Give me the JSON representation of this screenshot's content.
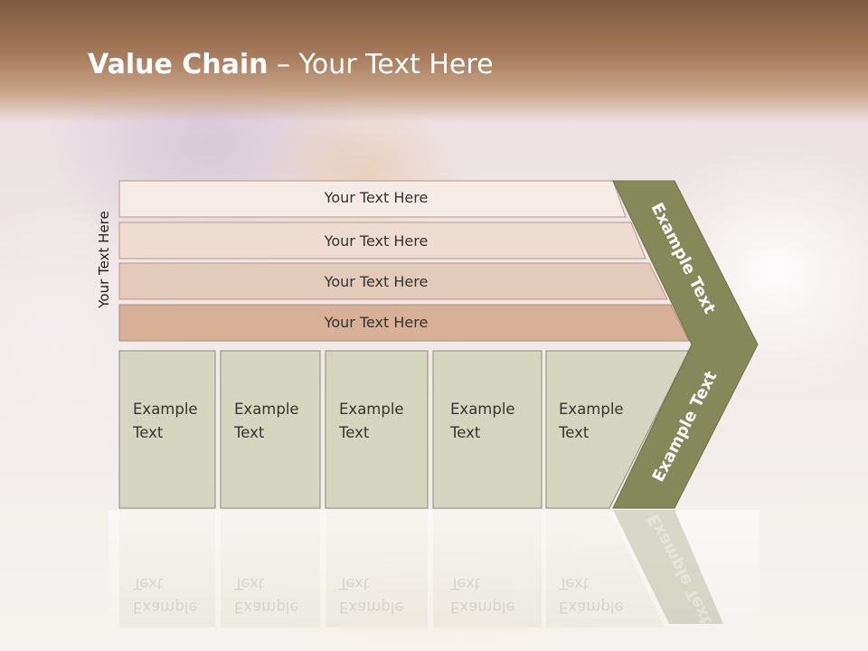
{
  "title": {
    "bold": "Value Chain",
    "rest": " – Your Text Here"
  },
  "side_label": "Your Text Here",
  "bars": [
    {
      "label": "Your Text Here",
      "color": "#f5ece8"
    },
    {
      "label": "Your Text Here",
      "color": "#ecdcd2"
    },
    {
      "label": "Your Text Here",
      "color": "#e3cab9"
    },
    {
      "label": "Your Text Here",
      "color": "#d8b095"
    }
  ],
  "boxes": [
    {
      "line1": "Example",
      "line2": "Text"
    },
    {
      "line1": "Example",
      "line2": "Text"
    },
    {
      "line1": "Example",
      "line2": "Text"
    },
    {
      "line1": "Example",
      "line2": "Text"
    },
    {
      "line1": "Example",
      "line2": "Text"
    }
  ],
  "chevron": {
    "top_label": "Example Text",
    "bottom_label": "Example Text",
    "color": "#858859"
  },
  "colors": {
    "header": "#9a7254",
    "box_fill": "#d5d6c0",
    "box_stroke": "#8a8a78"
  }
}
